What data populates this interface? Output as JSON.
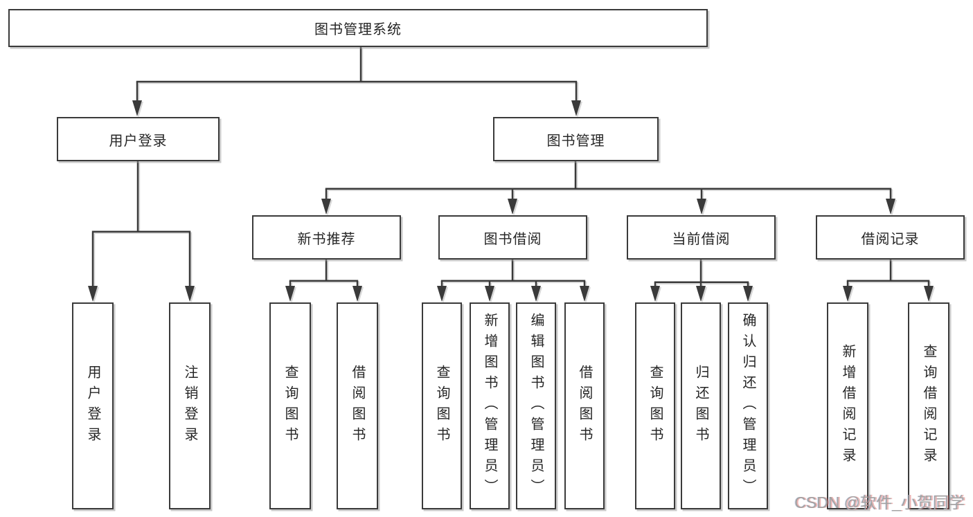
{
  "tree": {
    "label": "图书管理系统",
    "children": [
      {
        "label": "用户登录",
        "children": [
          {
            "label": "用户登录"
          },
          {
            "label": "注销登录"
          }
        ]
      },
      {
        "label": "图书管理",
        "children": [
          {
            "label": "新书推荐",
            "children": [
              {
                "label": "查询图书"
              },
              {
                "label": "借阅图书"
              }
            ]
          },
          {
            "label": "图书借阅",
            "children": [
              {
                "label": "查询图书"
              },
              {
                "label": "新增图书（管理员）"
              },
              {
                "label": "编辑图书（管理员）"
              },
              {
                "label": "借阅图书"
              }
            ]
          },
          {
            "label": "当前借阅",
            "children": [
              {
                "label": "查询图书"
              },
              {
                "label": "归还图书"
              },
              {
                "label": "确认归还（管理员）"
              }
            ]
          },
          {
            "label": "借阅记录",
            "children": [
              {
                "label": "新增借阅记录"
              },
              {
                "label": "查询借阅记录"
              }
            ]
          }
        ]
      }
    ]
  },
  "watermark": {
    "label": "CSDN @软件_小贺同学"
  },
  "colors": {
    "line": "#3a3a3a",
    "box_border": "#3a3a3a",
    "text": "#262626",
    "watermark": "#a2a2a2",
    "background": "#ffffff"
  }
}
